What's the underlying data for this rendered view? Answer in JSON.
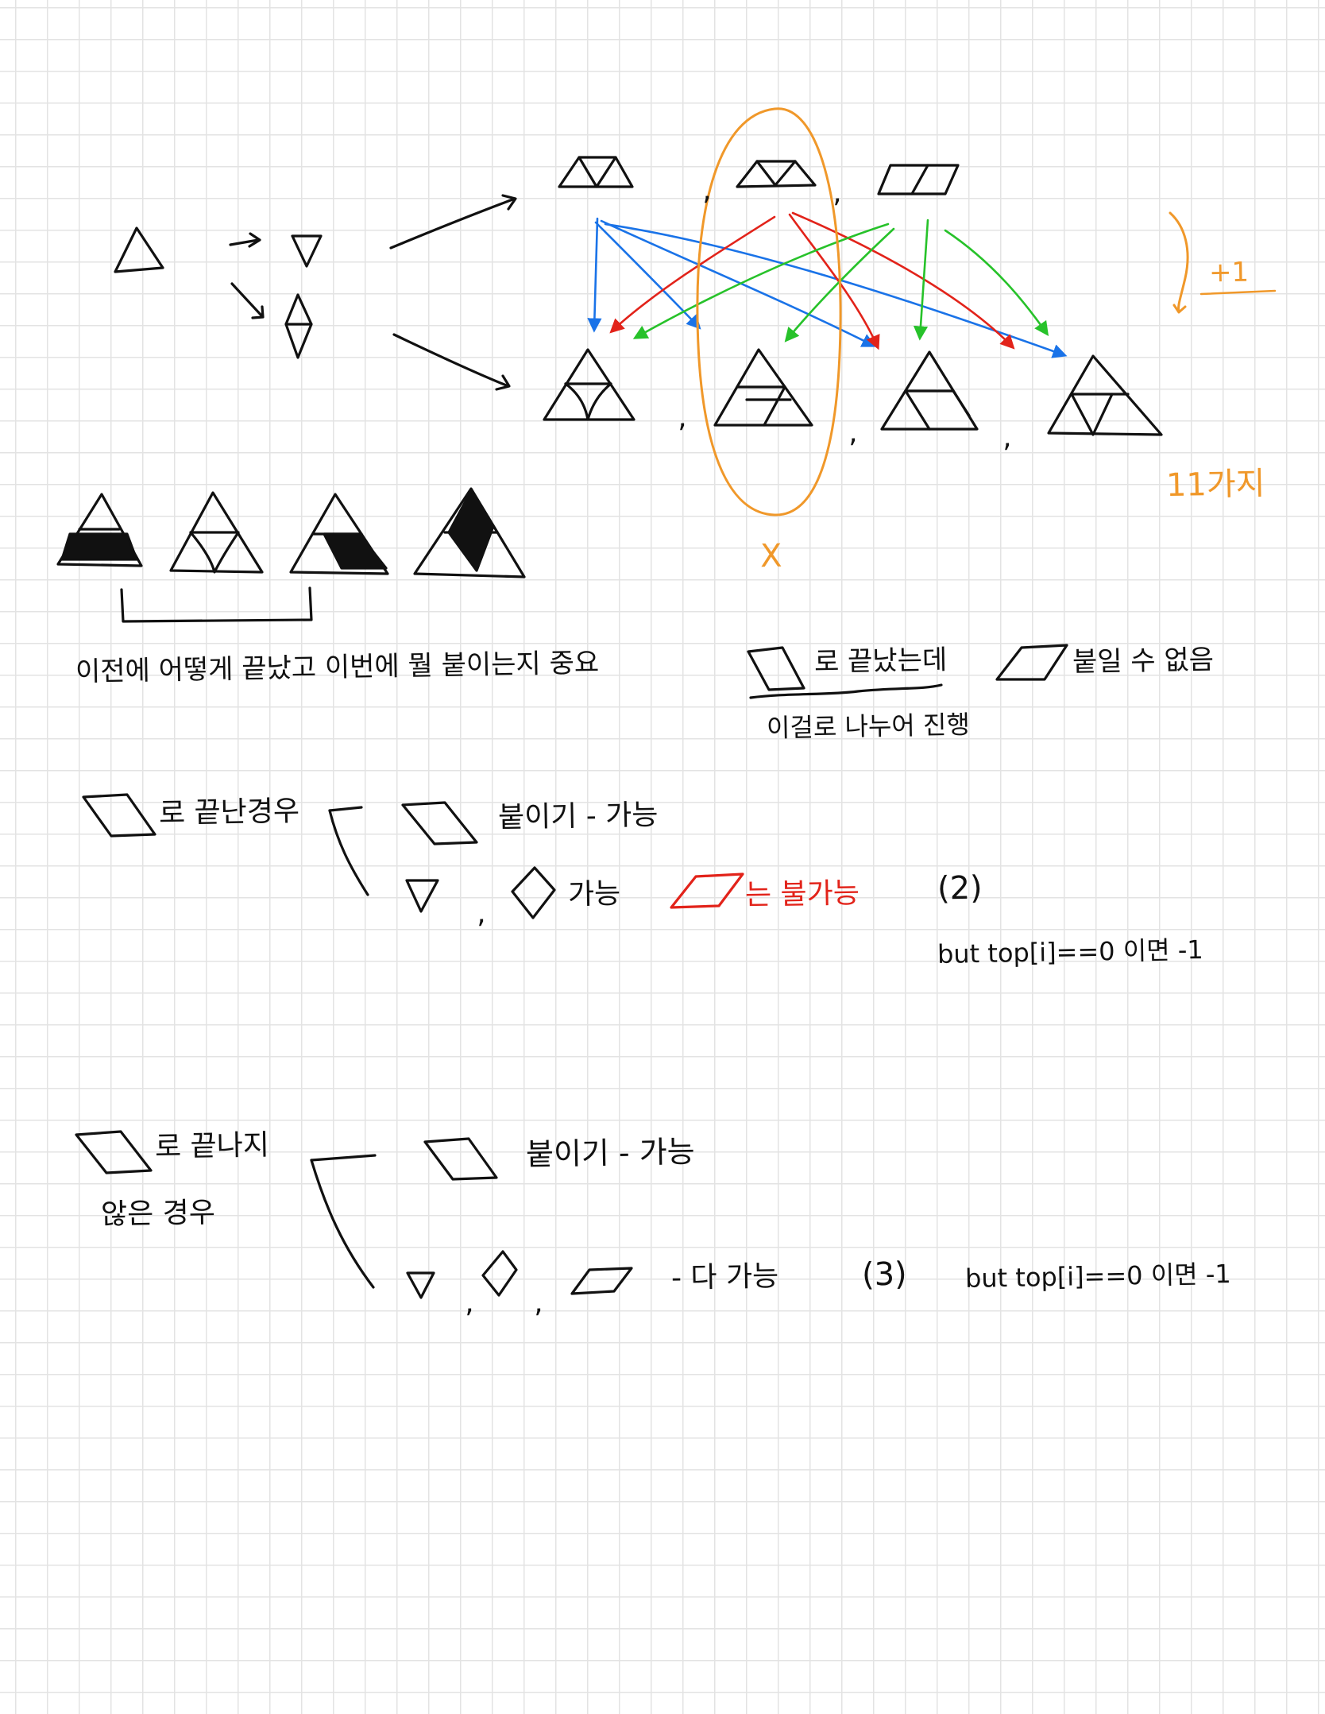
{
  "colors": {
    "ink": "#111111",
    "blue": "#1a73e8",
    "red": "#e2231a",
    "green": "#27c22a",
    "orange": "#f0982a",
    "grid": "#e3e3e3"
  },
  "annotations": {
    "plus_one": "+1",
    "eleven_ways": "11가지",
    "excluded_mark": "X",
    "commas": [
      ",",
      ",",
      ",",
      ",",
      ",",
      ","
    ]
  },
  "notes": {
    "line1": "이전에 어떻게 끝났고 이번에 뭘 붙이는지 중요",
    "line1b_ends": "로 끝났는데",
    "line1b_cannot": "붙일 수 없음",
    "line1c": "이걸로 나누어 진행"
  },
  "case1": {
    "label": "로 끝난경우",
    "opt1": "붙이기 - 가능",
    "opt2_comma": ",",
    "opt2_possible": "가능",
    "opt2_impossible": "는 불가능",
    "opt2_count": "(2)",
    "opt2_but": "but top[i]==0 이면 -1"
  },
  "case2": {
    "label_line1": "로 끝나지",
    "label_line2": "않은 경우",
    "opt1": "붙이기 - 가능",
    "opt2_comma1": ",",
    "opt2_comma2": ",",
    "opt2_all": "- 다 가능",
    "opt2_count": "(3)",
    "opt2_but": "but top[i]==0 이면 -1"
  }
}
